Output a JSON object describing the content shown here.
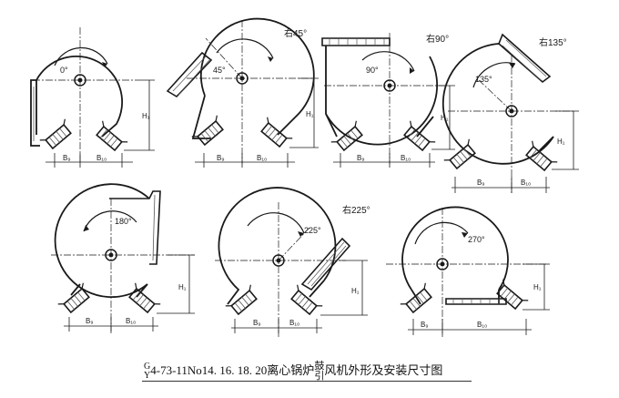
{
  "colors": {
    "line": "#1a1a1a",
    "hatch": "#555555",
    "paper": "#ffffff"
  },
  "diagrams": [
    {
      "angle_label": "0°",
      "rotation_label": ""
    },
    {
      "angle_label": "45°",
      "rotation_label": "右45°"
    },
    {
      "angle_label": "90°",
      "rotation_label": "右90°"
    },
    {
      "angle_label": "135°",
      "rotation_label": "右135°"
    },
    {
      "angle_label": "180°",
      "rotation_label": ""
    },
    {
      "angle_label": "225°",
      "rotation_label": "右225°"
    },
    {
      "angle_label": "270°",
      "rotation_label": ""
    }
  ],
  "dims": {
    "b_left": "B₉",
    "b_right": "B₁₀",
    "h": "H₁"
  },
  "caption": {
    "prefix_top": "G",
    "prefix_bottom": "Y",
    "main": "4-73-11No14. 16. 18. 20离心锅炉",
    "stack_top": "鼓",
    "stack_bottom": "引",
    "suffix": "风机外形及安装尺寸图"
  }
}
